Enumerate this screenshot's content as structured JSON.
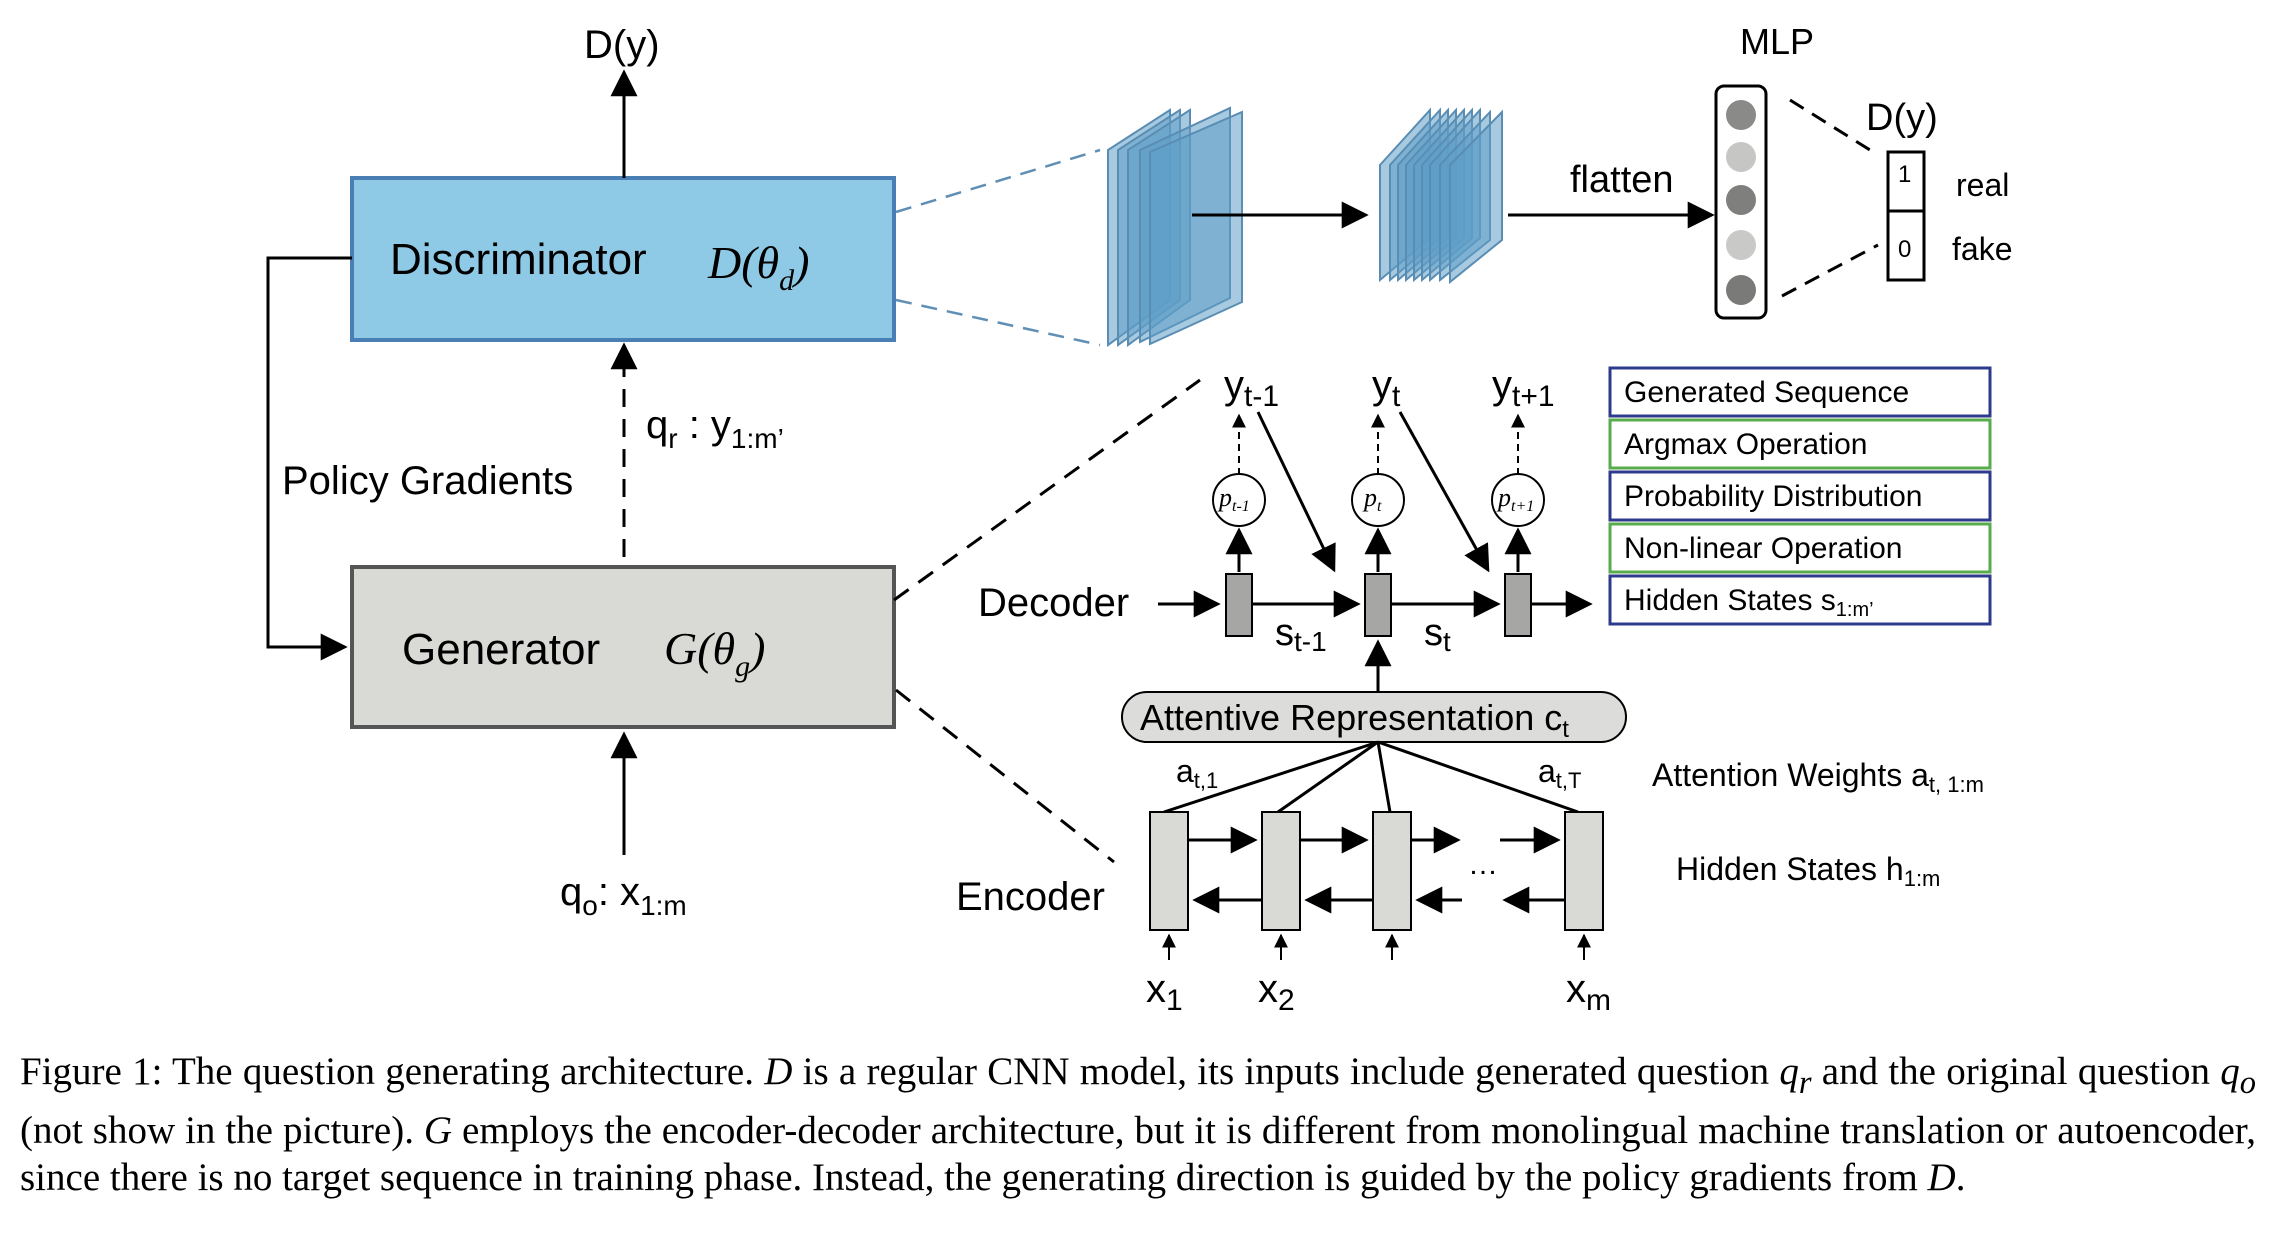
{
  "diagram": {
    "discriminator": {
      "label": "Discriminator",
      "formula": "D(θ",
      "formula_sub": "d",
      "formula_end": ")",
      "output": "D(y)"
    },
    "generator": {
      "label": "Generator",
      "formula": "G(θ",
      "formula_sub": "g",
      "formula_end": ")"
    },
    "policy_gradients": "Policy Gradients",
    "qr": {
      "q": "q",
      "q_sub": "r",
      "sep": " : y",
      "y_sub": "1:m’"
    },
    "qo": {
      "q": "q",
      "q_sub": "o",
      "sep": ": x",
      "x_sub": "1:m"
    },
    "cnn": {
      "flatten": "flatten",
      "mlp": "MLP",
      "output": "D(y)",
      "one": "1",
      "zero": "0",
      "real": "real",
      "fake": "fake"
    },
    "decoder_label": "Decoder",
    "encoder_label": "Encoder",
    "outputs": [
      {
        "y": "y",
        "sub": "t-1",
        "p": "p",
        "p_sub": "t-1"
      },
      {
        "y": "y",
        "sub": "t",
        "p": "p",
        "p_sub": "t"
      },
      {
        "y": "y",
        "sub": "t+1",
        "p": "p",
        "p_sub": "t+1"
      }
    ],
    "states": [
      {
        "s": "s",
        "sub": "t-1"
      },
      {
        "s": "s",
        "sub": "t"
      }
    ],
    "attention": {
      "label": "Attentive Representation c",
      "sub": "t",
      "a1": "a",
      "a1_sub": "t,1",
      "aT": "a",
      "aT_sub": "t,T",
      "weights": "Attention Weights a",
      "weights_sub": "t, 1:m",
      "hidden": "Hidden States h",
      "hidden_sub": "1:m",
      "ellipsis": "…"
    },
    "inputs": [
      {
        "x": "x",
        "sub": "1"
      },
      {
        "x": "x",
        "sub": "2"
      },
      {
        "x": "x",
        "sub": "m"
      }
    ],
    "legend": [
      {
        "label": "Generated Sequence",
        "sub": "",
        "color": "#2e3b8c"
      },
      {
        "label": "Argmax Operation",
        "sub": "",
        "color": "#5aab4e"
      },
      {
        "label": "Probability Distribution",
        "sub": "",
        "color": "#2e3b8c"
      },
      {
        "label": "Non-linear Operation",
        "sub": "",
        "color": "#5aab4e"
      },
      {
        "label": "Hidden States s",
        "sub": "1:m’",
        "color": "#2e3b8c"
      }
    ],
    "colors": {
      "discriminator_fill": "#8ecae6",
      "discriminator_border": "#4a7fb5",
      "generator_fill": "#d9d9d6",
      "cnn_blue": "#5f9fc7"
    }
  },
  "caption": {
    "p1": "Figure 1: The question generating architecture. ",
    "D1": "D",
    "p2": " is a regular CNN model, its inputs include generated question ",
    "qr": "q",
    "qr_sub": "r",
    "p3": " and the original question ",
    "qo": "q",
    "qo_sub": "o",
    "p4": " (not show in the picture). ",
    "G": "G",
    "p5": " employs the encoder-decoder architecture, but it is different from monolingual machine translation or autoencoder, since there is no target sequence in training phase. Instead, the generating direction is guided by the policy gradients from ",
    "D2": "D",
    "p6": "."
  }
}
